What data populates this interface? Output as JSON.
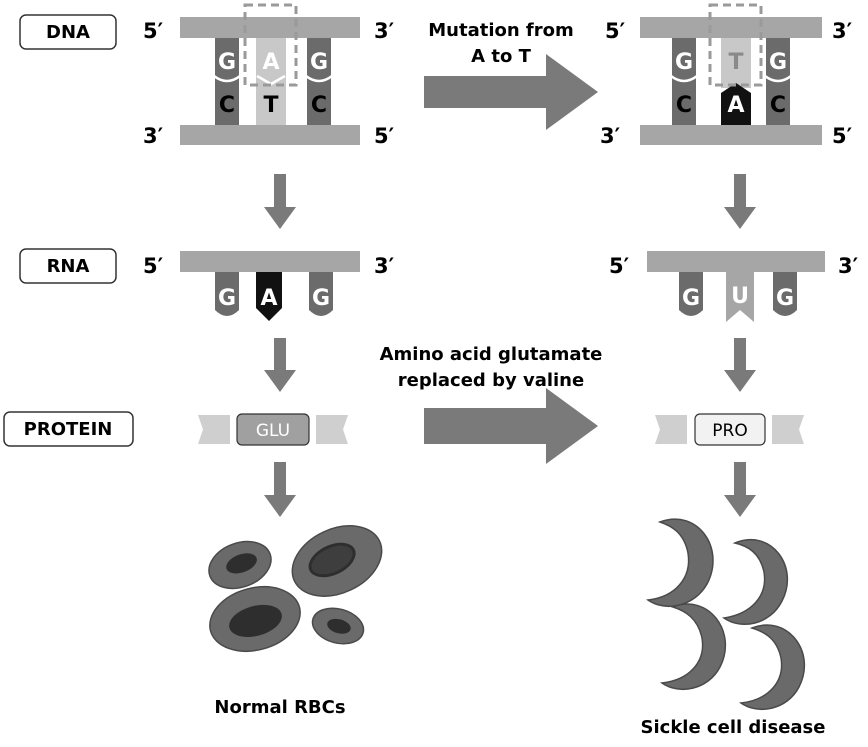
{
  "labels": {
    "dna": "DNA",
    "rna": "RNA",
    "protein": "PROTEIN"
  },
  "ends": {
    "five": "5′",
    "three": "3′"
  },
  "normal": {
    "dna_top": [
      "G",
      "A",
      "G"
    ],
    "dna_bottom": [
      "C",
      "T",
      "C"
    ],
    "rna": [
      "G",
      "A",
      "G"
    ],
    "amino_acid": "GLU",
    "caption": "Normal RBCs"
  },
  "mutant": {
    "dna_top": [
      "G",
      "T",
      "G"
    ],
    "dna_bottom": [
      "C",
      "A",
      "C"
    ],
    "rna": [
      "G",
      "U",
      "G"
    ],
    "amino_acid": "PRO",
    "caption": "Sickle cell disease"
  },
  "arrows": {
    "mutation_line1": "Mutation from",
    "mutation_line2": "A to T",
    "replace_line1": "Amino acid glutamate",
    "replace_line2": "replaced by valine"
  },
  "colors": {
    "backbone": "#a6a6a6",
    "dark_base": "#6b6b6b",
    "light_base": "#c8c8c8",
    "black_base": "#111111",
    "arrow": "#7a7a7a",
    "cell": "#6a6a6a"
  }
}
